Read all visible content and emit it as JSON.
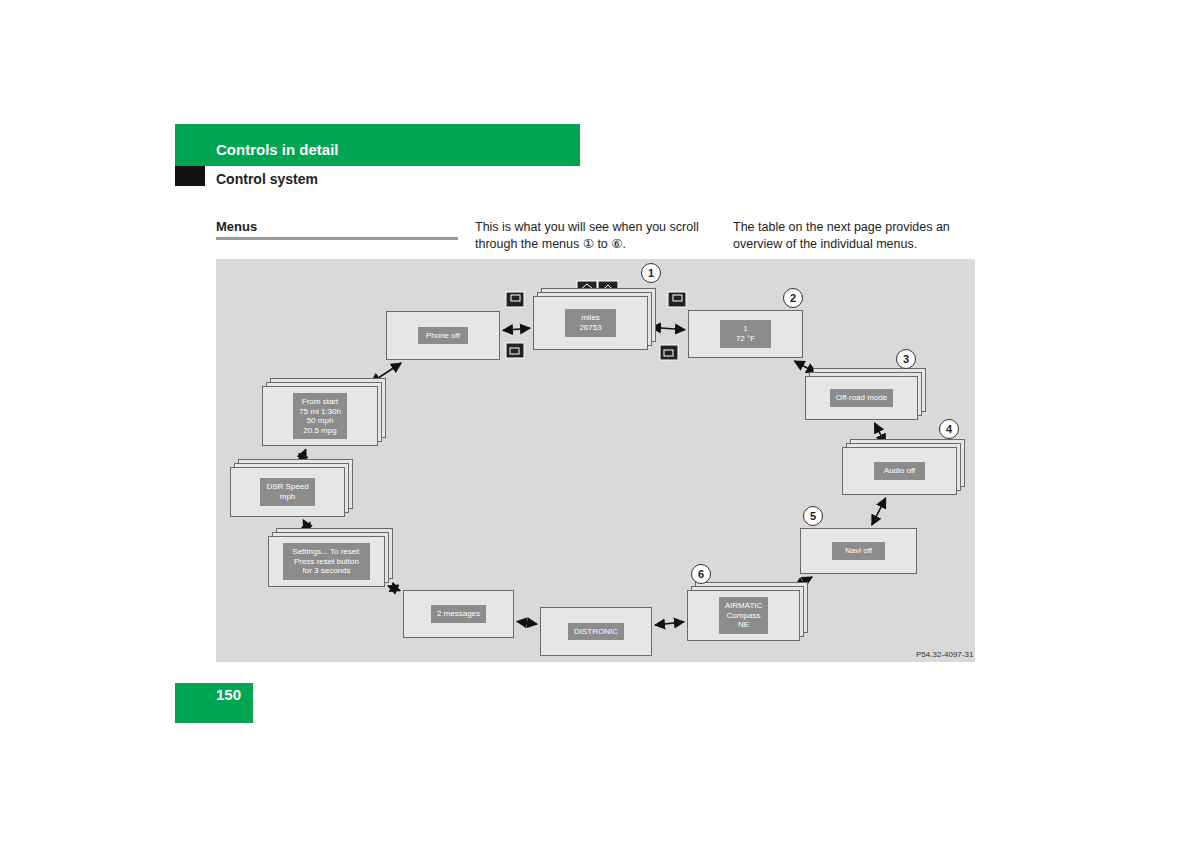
{
  "diagram": {
    "title": "Menus",
    "nodes": [
      {
        "text": [
          "miles",
          "26753"
        ]
      },
      {
        "text": [
          "1",
          "72 °F"
        ]
      },
      {
        "text": [
          "Off-road mode"
        ]
      },
      {
        "text": [
          "Audio off"
        ]
      },
      {
        "text": [
          "Navi off"
        ]
      },
      {
        "text": [
          "AIRMATIC",
          "Compass",
          "NE"
        ]
      },
      {
        "text": [
          "DISTRONIC"
        ]
      },
      {
        "text": [
          "2 messages"
        ]
      },
      {
        "text": [
          "Settings... To reset: Press reset button for 3 seconds"
        ]
      },
      {
        "text": [
          "DSR Speed",
          "mph"
        ]
      },
      {
        "text": [
          "From start",
          "75 mi 1:30h",
          "50 mph",
          "20.5 mpg"
        ]
      },
      {
        "text": [
          "Phone off"
        ]
      }
    ],
    "edges": [
      {
        "from": 0,
        "to": 1,
        "arrow": "both"
      },
      {
        "from": 1,
        "to": 2,
        "arrow": "both"
      },
      {
        "from": 2,
        "to": 3,
        "arrow": "both"
      },
      {
        "from": 3,
        "to": 4,
        "arrow": "both"
      },
      {
        "from": 4,
        "to": 5,
        "arrow": "both"
      },
      {
        "from": 5,
        "to": 6,
        "arrow": "both"
      },
      {
        "from": 6,
        "to": 7,
        "arrow": "both"
      },
      {
        "from": 7,
        "to": 8,
        "arrow": "both"
      },
      {
        "from": 8,
        "to": 9,
        "arrow": "both"
      },
      {
        "from": 9,
        "to": 10,
        "arrow": "both"
      },
      {
        "from": 10,
        "to": 11,
        "arrow": "both"
      },
      {
        "from": 11,
        "to": 0,
        "arrow": "both"
      }
    ],
    "labels": [
      "Controls in detail",
      "Control system",
      "This is what you will see when you scroll through the menus ① to ⑥.",
      "The table on the next page provides an overview of the individual menus.",
      "1",
      "2",
      "3",
      "4",
      "5",
      "6",
      "P54.32-4097-31",
      "150"
    ]
  }
}
